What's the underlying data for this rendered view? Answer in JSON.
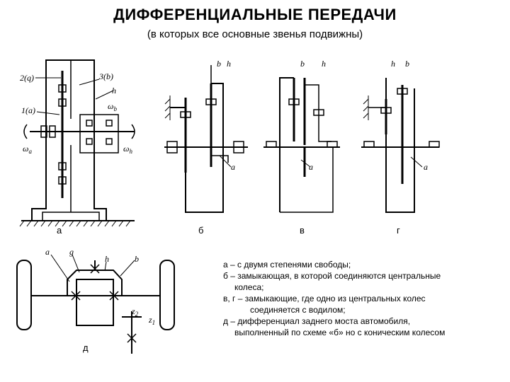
{
  "title": "ДИФФЕРЕНЦИАЛЬНЫЕ ПЕРЕДАЧИ",
  "subtitle": "(в которых все основные звенья подвижны)",
  "figure_labels": {
    "a": "а",
    "b": "б",
    "v": "в",
    "g": "г",
    "d": "д"
  },
  "fig_a_labels": {
    "l1": "2(q)",
    "l2": "3(b)",
    "l3": "h",
    "l4": "1(a)",
    "l5": "ω",
    "l5sub": "b",
    "l6": "ω",
    "l6sub": "a",
    "l7": "ω",
    "l7sub": "h"
  },
  "fig_b_labels": {
    "b": "b",
    "h": "h",
    "a": "a"
  },
  "fig_v_labels": {
    "b": "b",
    "h": "h",
    "a": "a"
  },
  "fig_g_labels": {
    "h": "h",
    "b": "b",
    "a": "a"
  },
  "fig_d_labels": {
    "a": "a",
    "g": "g",
    "h": "h",
    "b": "b",
    "z2": "z",
    "z2sub": "2",
    "z1": "z",
    "z1sub": "1"
  },
  "legend": [
    "а – с двумя степенями свободы;",
    "б – замыкающая, в которой соединяются центральные",
    "колеса;",
    "в, г – замыкающие, где одно из центральных колес",
    "соединяется с водилом;",
    "д – дифференциал заднего моста автомобиля,",
    "выполненный по схеме «б»  но с коническим колесом"
  ]
}
